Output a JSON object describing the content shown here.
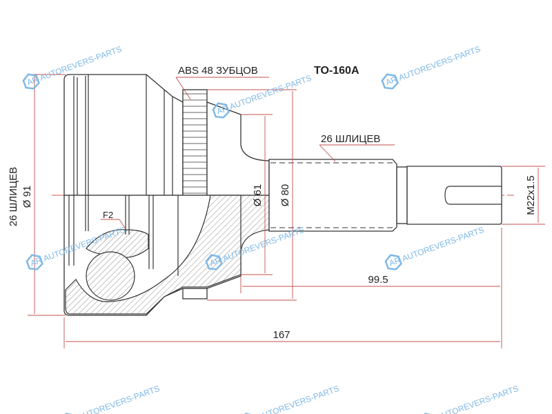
{
  "part_number": "TO-160A",
  "labels": {
    "abs": "ABS 48 ЗУБЦОВ",
    "outer_splines": "26 ШЛИЦЕВ",
    "outer_splines_left": "26 ШЛИЦЕВ",
    "f2": "F2"
  },
  "dimensions": {
    "d91": "Ø 91",
    "d61": "Ø 61",
    "d80": "Ø 80",
    "thread": "M22x1.5",
    "len_shaft": "99.5",
    "len_total": "167"
  },
  "watermark": "AUTOREVERS-PARTS",
  "watermark_logo": "AR",
  "colors": {
    "dimension": "#c0504d",
    "watermark": "#7fb8e6"
  }
}
